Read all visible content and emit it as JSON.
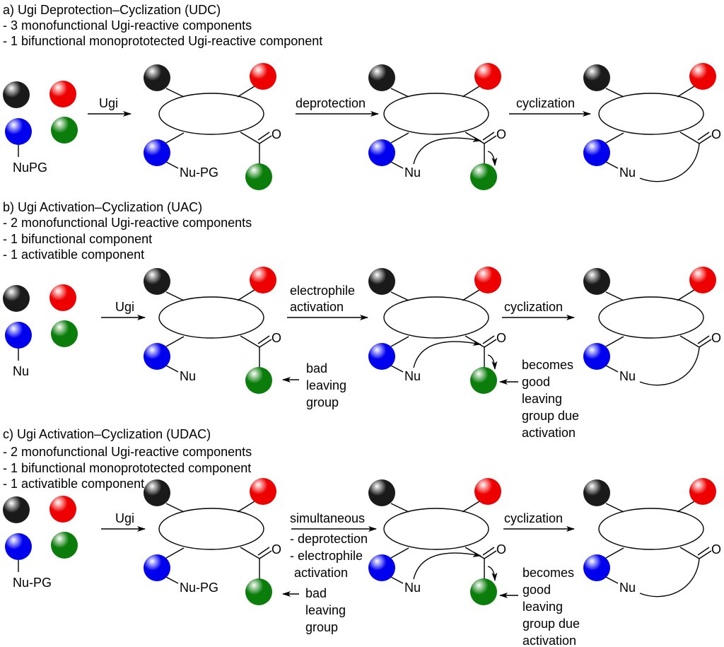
{
  "ball_colors": {
    "black": "#1a1a1a",
    "red": "#ee0000",
    "blue": "#0000ee",
    "green": "#0a7d0a"
  },
  "sections": [
    {
      "heading": "a) Ugi Deprotection–Cyclization (UDC)",
      "bullets": [
        "- 3 monofunctional Ugi-reactive components",
        "- 1 bifunctional monoprototected Ugi-reactive component"
      ],
      "reactant_label": "NuPG",
      "ugi": "Ugi",
      "step2_above": [
        "deprotection"
      ],
      "step2_below": [],
      "intermediate_label": "Nu-PG",
      "nu": "Nu",
      "carbonyl_o": "O",
      "step3": "cyclization",
      "bad_note": [],
      "good_note": []
    },
    {
      "heading": "b) Ugi Activation–Cyclization (UAC)",
      "bullets": [
        "- 2 monofunctional Ugi-reactive components",
        "- 1 bifunctional component",
        "- 1 activatible component"
      ],
      "reactant_label": "Nu",
      "ugi": "Ugi",
      "step2_above": [
        "electrophile",
        "activation"
      ],
      "step2_below": [],
      "intermediate_label": "Nu",
      "nu": "Nu",
      "carbonyl_o": "O",
      "step3": "cyclization",
      "bad_note": [
        "bad",
        "leaving",
        "group"
      ],
      "good_note": [
        "becomes",
        "good",
        "leaving",
        "group due",
        "activation"
      ]
    },
    {
      "heading": "c) Ugi Activation–Cyclization (UDAC)",
      "bullets": [
        "- 2 monofunctional Ugi-reactive components",
        "- 1 bifunctional monoprototected component",
        "- 1 activatible component"
      ],
      "reactant_label": "Nu-PG",
      "ugi": "Ugi",
      "step2_above": [
        "simultaneous"
      ],
      "step2_below": [
        "- deprotection",
        "- electrophile",
        "activation"
      ],
      "intermediate_label": "Nu-PG",
      "nu": "Nu",
      "carbonyl_o": "O",
      "step3": "cyclization",
      "bad_note": [
        "bad",
        "leaving",
        "group"
      ],
      "good_note": [
        "becomes",
        "good",
        "leaving",
        "group due",
        "activation"
      ]
    }
  ]
}
